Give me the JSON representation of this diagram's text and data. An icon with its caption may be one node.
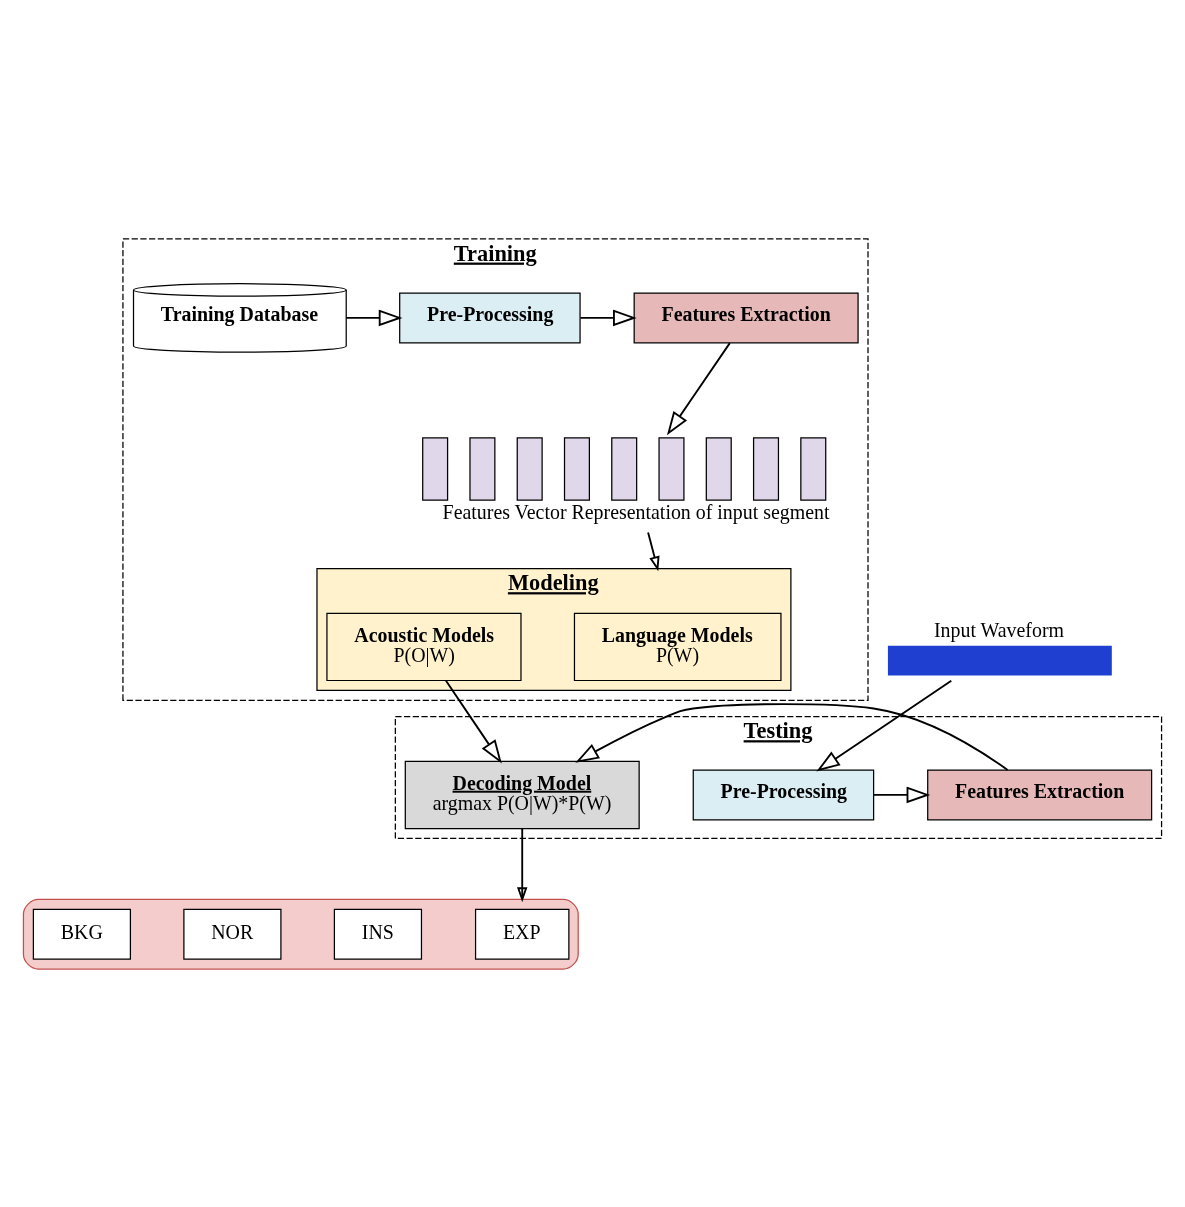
{
  "diagram": {
    "nodes": [
      {
        "text": [
          "Training"
        ]
      },
      {
        "text": [
          "Training Database"
        ],
        "in": 0
      },
      {
        "text": [
          "Pre-Processing"
        ],
        "in": 0
      },
      {
        "text": [
          "Features Extraction"
        ],
        "in": 0
      },
      {
        "text": [
          "Features Vector Representation of input segment"
        ],
        "in": 0
      },
      {
        "text": [
          "Modeling"
        ],
        "in": 0
      },
      {
        "text": [
          "Language Models",
          "P(W)"
        ],
        "in": 5
      },
      {
        "text": [
          "Acoustic Models",
          "P(O|W)"
        ],
        "in": 5
      },
      {
        "text": [
          "Input Waveform"
        ]
      },
      {
        "text": [
          "Testing"
        ]
      },
      {
        "text": [
          "Pre-Processing"
        ],
        "in": 9
      },
      {
        "text": [
          "Features Extraction"
        ],
        "in": 9
      },
      {
        "text": [
          "Decoding Model",
          "argmax P(O|W)*P(W)"
        ],
        "in": 9
      },
      {
        "text": [],
        "shape": "box"
      },
      {
        "text": [
          "EXP"
        ],
        "in": 13
      },
      {
        "text": [
          "INS"
        ],
        "in": 13
      },
      {
        "text": [
          "NOR"
        ],
        "in": 13
      },
      {
        "text": [
          "BKG"
        ],
        "in": 13
      }
    ],
    "edges": [
      {
        "from": 1,
        "to": 2,
        "arrow": "to"
      },
      {
        "from": 2,
        "to": 3,
        "arrow": "to"
      },
      {
        "from": 3,
        "to": 4,
        "arrow": "to"
      },
      {
        "from": 4,
        "to": 5,
        "arrow": "to"
      },
      {
        "from": 7,
        "to": 12,
        "arrow": "to"
      },
      {
        "from": 8,
        "to": 10,
        "arrow": "to"
      },
      {
        "from": 10,
        "to": 11,
        "arrow": "to"
      },
      {
        "from": 11,
        "to": 12,
        "arrow": "to"
      },
      {
        "from": 12,
        "to": 13,
        "arrow": "to"
      }
    ]
  }
}
